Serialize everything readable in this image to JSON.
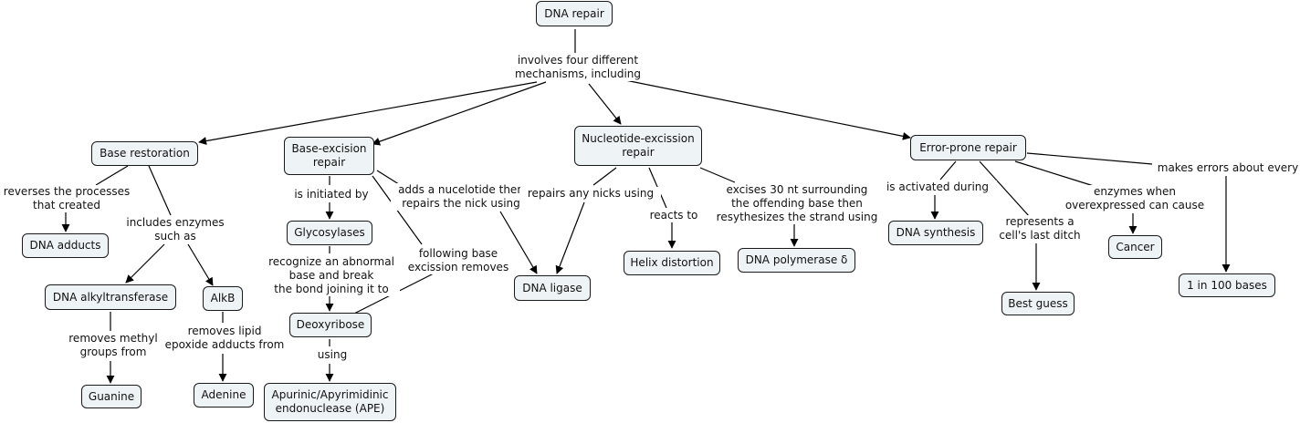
{
  "nodes": {
    "dna_repair": "DNA repair",
    "base_restoration": "Base restoration",
    "base_excision": "Base-excision\nrepair",
    "nucleotide_excision": "Nucleotide-excission\nrepair",
    "error_prone": "Error-prone repair",
    "dna_adducts": "DNA adducts",
    "dna_alkyltransferase": "DNA alkyltransferase",
    "alkb": "AlkB",
    "guanine": "Guanine",
    "adenine": "Adenine",
    "glycosylases": "Glycosylases",
    "deoxyribose": "Deoxyribose",
    "ape": "Apurinic/Apyrimidinic\nendonuclease (APE)",
    "dna_ligase": "DNA ligase",
    "helix_distortion": "Helix distortion",
    "dna_pol_delta": "DNA polymerase δ",
    "dna_synthesis": "DNA synthesis",
    "best_guess": "Best guess",
    "cancer": "Cancer",
    "one_in_100": "1 in 100 bases"
  },
  "links": {
    "involves": "involves four different\nmechanisms, including",
    "reverses": "reverses the processes\nthat created",
    "includes_enzymes": "includes enzymes\nsuch as",
    "removes_methyl": "removes methyl\ngroups from",
    "removes_lipid": "removes lipid\nepoxide adducts from",
    "initiated_by": "is initiated by",
    "recognize": "recognize an abnormal\nbase and break\nthe bond joining it to",
    "using": "using",
    "following": "following base\nexcission removes",
    "adds_nucleotide": "adds a nucelotide then\nrepairs the nick using",
    "repairs_nicks": "repairs any nicks using",
    "reacts_to": "reacts to",
    "excises": "excises 30 nt surrounding\nthe offending base then\nresythesizes the strand using",
    "activated_during": "is activated during",
    "last_ditch": "represents a\ncell's last ditch",
    "enzymes_overexpressed": "enzymes when\noverexpressed can cause",
    "makes_errors": "makes errors about every"
  }
}
